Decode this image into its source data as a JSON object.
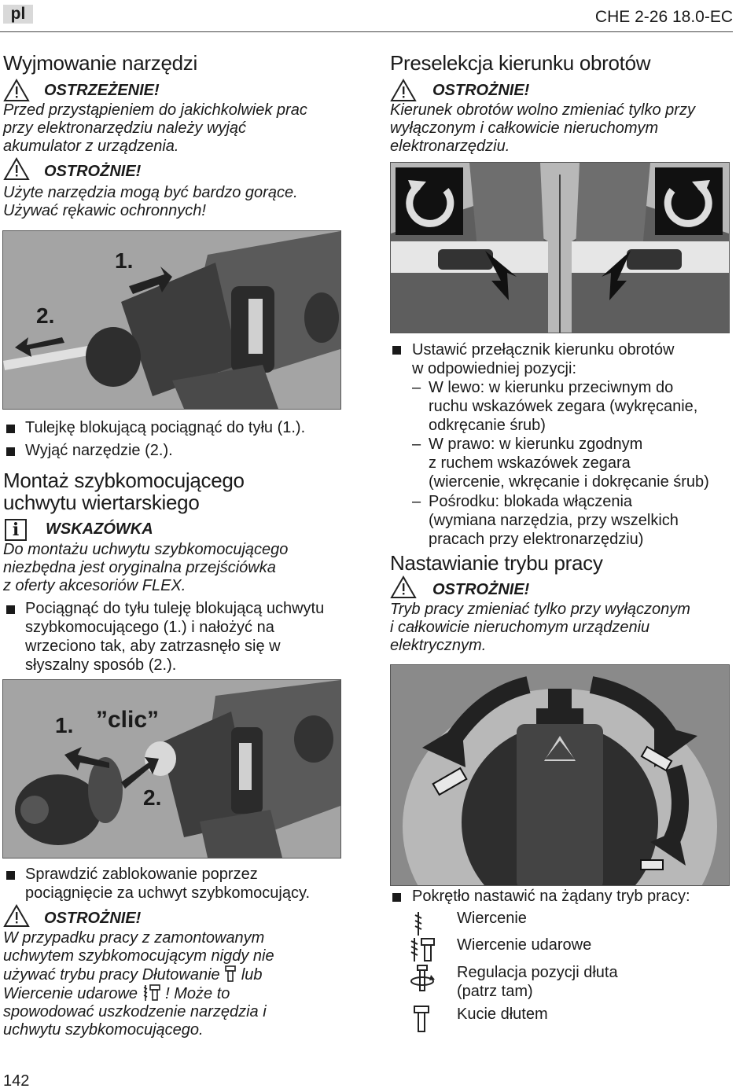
{
  "header": {
    "lang": "pl",
    "model": "CHE 2-26 18.0-EC"
  },
  "left": {
    "removal": {
      "title": "Wyjmowanie narzędzi",
      "warning_label": "OSTRZEŻENIE!",
      "warning_lines": [
        "Przed przystąpieniem do jakichkolwiek prac",
        "przy elektronarzędziu należy wyjąć",
        "akumulator z urządzenia."
      ],
      "caution_label": "OSTROŻNIE!",
      "caution_lines": [
        "Użyte narzędzia mogą być bardzo gorące.",
        "Używać rękawic ochronnych!"
      ],
      "fig_labels": [
        "1.",
        "2."
      ],
      "step1": "Tulejkę blokującą pociągnąć do tyłu (1.).",
      "step2": "Wyjąć narzędzie (2.)."
    },
    "mount": {
      "title_lines": [
        "Montaż szybkomocującego",
        "uchwytu wiertarskiego"
      ],
      "note_label": "WSKAZÓWKA",
      "note_lines": [
        "Do montażu uchwytu szybkomocującego",
        "niezbędna jest oryginalna przejściówka",
        "z oferty akcesoriów FLEX."
      ],
      "step_lines": [
        "Pociągnąć do tyłu tuleję blokującą uchwytu",
        "szybkomocującego (1.) i nałożyć na",
        "wrzeciono tak, aby zatrzasnęło się w",
        "słyszalny sposób (2.)."
      ],
      "fig_labels": [
        "1.",
        "2.",
        "”clic”"
      ],
      "check_lines": [
        "Sprawdzić zablokowanie poprzez",
        "pociągnięcie za uchwyt szybkomocujący."
      ],
      "caution_label": "OSTROŻNIE!",
      "caution_lines": [
        "W przypadku pracy z zamontowanym",
        "uchwytem szybkomocującym nigdy nie",
        "używać trybu pracy Dłutowanie",
        "lub",
        "Wiercenie udarowe",
        "! Może to",
        "spowodować uszkodzenie narzędzia i",
        "uchwytu szybkomocującego."
      ]
    }
  },
  "right": {
    "direction": {
      "title": "Preselekcja kierunku obrotów",
      "caution_label": "OSTROŻNIE!",
      "caution_lines": [
        "Kierunek obrotów wolno zmieniać tylko przy",
        "wyłączonym i całkowicie nieruchomym",
        "elektronarzędziu."
      ],
      "step_lines": [
        "Ustawić przełącznik kierunku obrotów",
        "w odpowiedniej pozycji:"
      ],
      "left_label": "W lewo",
      "left_text": [
        ": w kierunku przeciwnym do",
        "ruchu wskazówek zegara (wykręcanie,",
        "odkręcanie śrub)"
      ],
      "right_label": "W prawo:",
      "right_text": [
        " w kierunku zgodnym",
        "z ruchem wskazówek zegara",
        "(wiercenie, wkręcanie i dokręcanie śrub)"
      ],
      "mid_label": "Pośrodku:",
      "mid_text": [
        " blokada włączenia",
        "(wymiana narzędzia, przy wszelkich",
        "pracach przy elektronarzędziu)"
      ]
    },
    "mode": {
      "title": "Nastawianie trybu pracy",
      "caution_label": "OSTROŻNIE!",
      "caution_lines": [
        "Tryb pracy zmieniać tylko przy wyłączonym",
        "i całkowicie nieruchomym urządzeniu",
        "elektrycznym."
      ],
      "step": "Pokrętło nastawić na żądany tryb pracy:",
      "modes": [
        {
          "icon": "drill-icon",
          "label": "Wiercenie"
        },
        {
          "icon": "hammer-drill-icon",
          "label": "Wiercenie udarowe"
        },
        {
          "icon": "chisel-rotate-icon",
          "label": "Regulacja pozycji dłuta",
          "label2": "(patrz tam)"
        },
        {
          "icon": "chisel-icon",
          "label": "Kucie dłutem"
        }
      ]
    }
  },
  "footer": {
    "page": "142"
  }
}
